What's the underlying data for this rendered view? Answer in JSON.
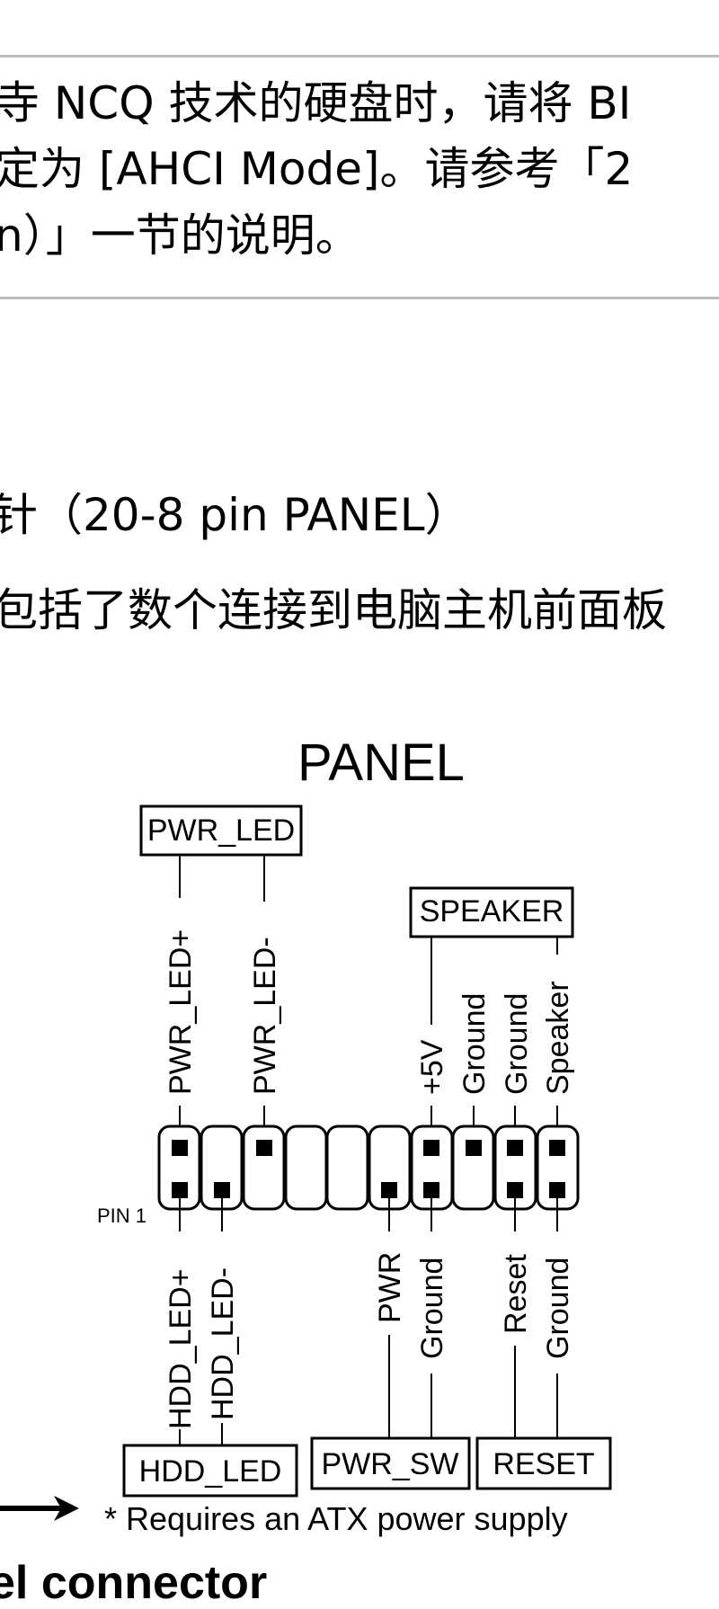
{
  "note": {
    "lines": [
      "寺 NCQ 技术的硬盘时，请将 BI",
      "定为 [AHCI Mode]。请参考「2",
      "n）」一节的说明。"
    ]
  },
  "section": {
    "heading": "针（20-8 pin PANEL）",
    "description": "包括了数个连接到电脑主机前面板"
  },
  "diagram": {
    "title": "PANEL",
    "groups_top": {
      "pwr_led": "PWR_LED",
      "speaker": "SPEAKER"
    },
    "groups_bottom": {
      "hdd_led": "HDD_LED",
      "pwr_sw": "PWR_SW",
      "reset": "RESET"
    },
    "pin1_label": "PIN 1",
    "top_pins": [
      "PWR_LED+",
      "PWR_LED-",
      "+5V",
      "Ground",
      "Ground",
      "Speaker"
    ],
    "bottom_pins": [
      "HDD_LED+",
      "HDD_LED-",
      "PWR",
      "Ground",
      "Reset",
      "Ground"
    ],
    "footnote": "* Requires an ATX power supply"
  },
  "caption": "el connector"
}
